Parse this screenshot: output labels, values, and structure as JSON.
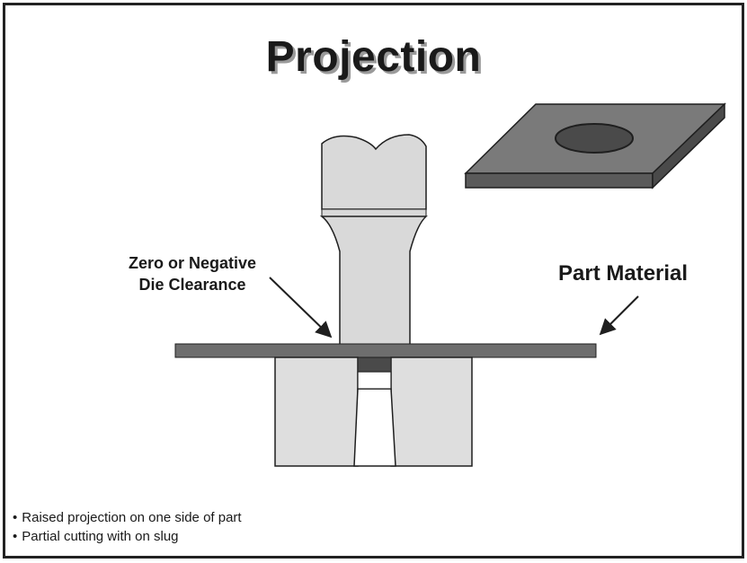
{
  "title": "Projection",
  "labels": {
    "clearance_line1": "Zero or Negative",
    "clearance_line2": "Die Clearance",
    "part_material": "Part Material"
  },
  "bullets": [
    "Raised projection on one side of part",
    "Partial cutting with on slug"
  ],
  "colors": {
    "punch_fill": "#d9d9d9",
    "die_fill": "#dedede",
    "material_fill": "#6e6e6e",
    "plate_top": "#7a7a7a",
    "plate_side": "#5a5a5a",
    "outline": "#1f1f1f"
  }
}
